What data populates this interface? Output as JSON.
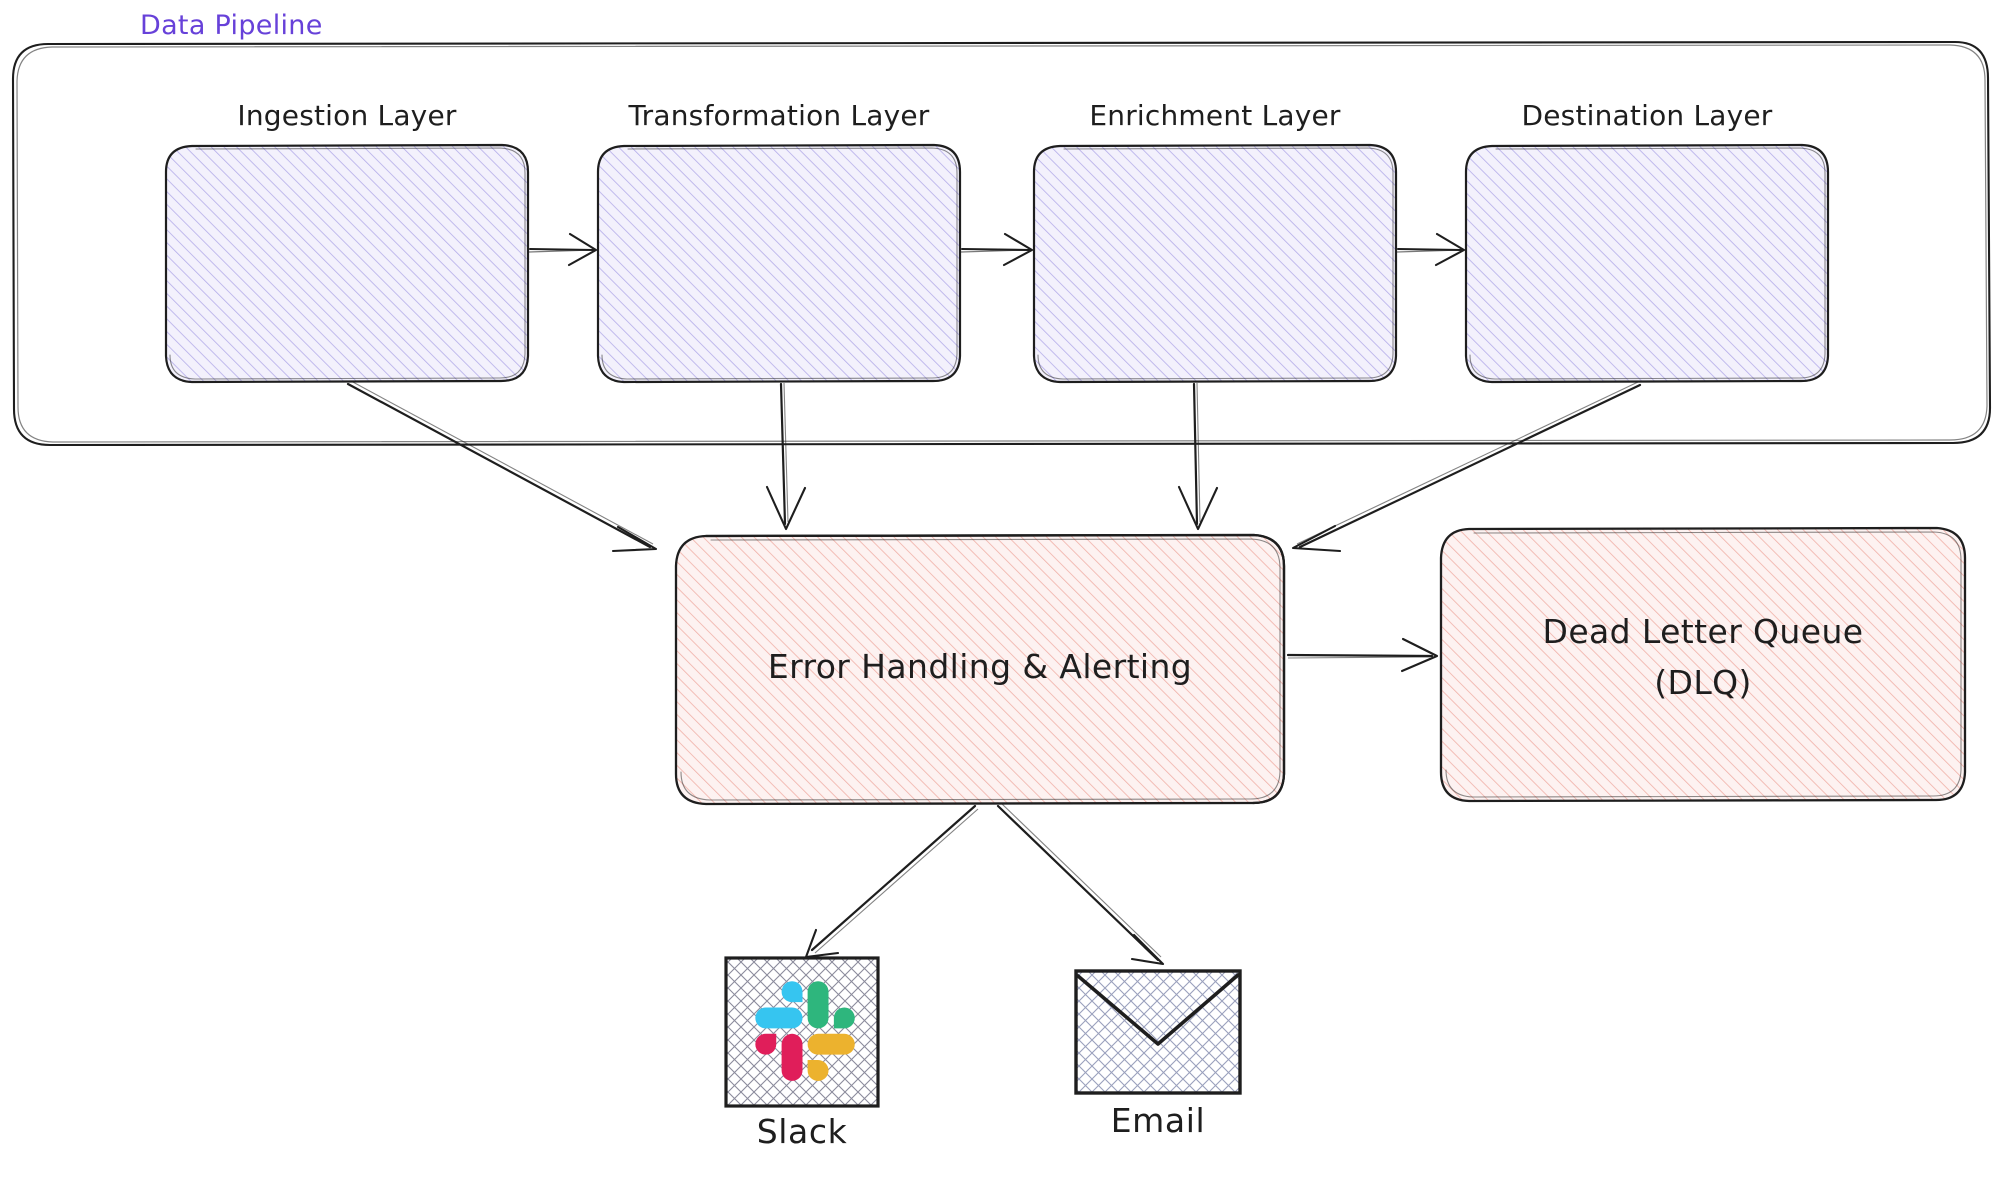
{
  "diagram": {
    "title": "Data Pipeline",
    "title_color": "#6741d9",
    "background": "#ffffff",
    "container": {
      "label": "Data Pipeline",
      "stroke": "#1e1e1e"
    },
    "palette": {
      "layer_fill": "#e9e6fa",
      "layer_hatch": "#a9a2e8",
      "error_fill": "#fdeceb",
      "error_hatch": "#eda9a1",
      "stroke": "#1e1e1e",
      "accent_purple": "#6741d9"
    },
    "layers": [
      {
        "label": "Ingestion Layer"
      },
      {
        "label": "Transformation Layer"
      },
      {
        "label": "Enrichment Layer"
      },
      {
        "label": "Destination Layer"
      }
    ],
    "nodes": {
      "error": {
        "label": "Error Handling & Alerting"
      },
      "dlq": {
        "line1": "Dead Letter Queue",
        "line2": "(DLQ)"
      }
    },
    "channels": [
      {
        "icon": "slack-icon",
        "label": "Slack"
      },
      {
        "icon": "email-icon",
        "label": "Email"
      }
    ],
    "edges": [
      {
        "from": "Ingestion Layer",
        "to": "Transformation Layer"
      },
      {
        "from": "Transformation Layer",
        "to": "Enrichment Layer"
      },
      {
        "from": "Enrichment Layer",
        "to": "Destination Layer"
      },
      {
        "from": "Ingestion Layer",
        "to": "Error Handling & Alerting"
      },
      {
        "from": "Transformation Layer",
        "to": "Error Handling & Alerting"
      },
      {
        "from": "Enrichment Layer",
        "to": "Error Handling & Alerting"
      },
      {
        "from": "Destination Layer",
        "to": "Error Handling & Alerting"
      },
      {
        "from": "Error Handling & Alerting",
        "to": "Dead Letter Queue (DLQ)"
      },
      {
        "from": "Error Handling & Alerting",
        "to": "Slack"
      },
      {
        "from": "Error Handling & Alerting",
        "to": "Email"
      }
    ],
    "slack_logo_colors": {
      "blue": "#36c5f0",
      "green": "#2eb67d",
      "red": "#e01e5a",
      "yellow": "#ecb22e"
    }
  }
}
